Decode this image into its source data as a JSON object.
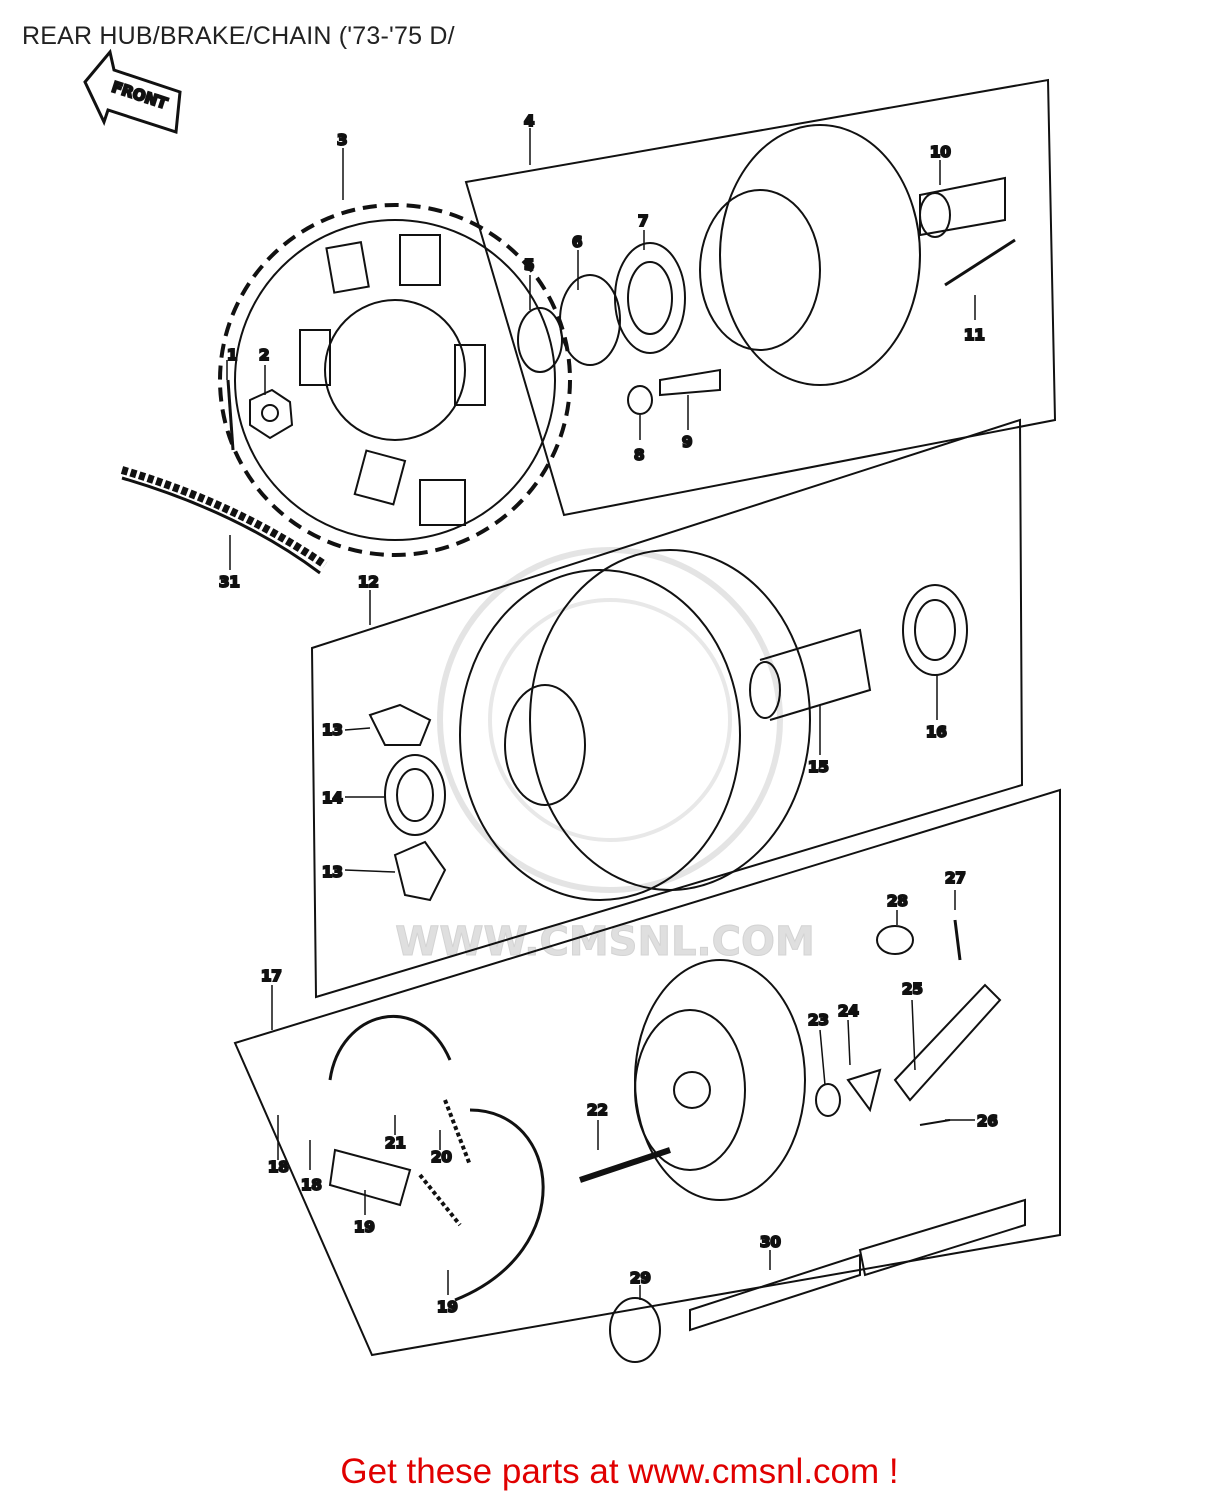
{
  "header": {
    "title": "REAR HUB/BRAKE/CHAIN ('73-'75 D/"
  },
  "diagram": {
    "front_arrow_label": "FRONT",
    "watermark": "WWW.CMSNL.COM",
    "callouts": [
      "1",
      "2",
      "3",
      "4",
      "5",
      "6",
      "7",
      "8",
      "9",
      "10",
      "11",
      "12",
      "13",
      "13",
      "14",
      "15",
      "16",
      "17",
      "18",
      "18",
      "19",
      "19",
      "20",
      "21",
      "22",
      "23",
      "24",
      "25",
      "26",
      "27",
      "28",
      "29",
      "30",
      "31"
    ]
  },
  "footer": {
    "link_text": "Get these parts at www.cmsnl.com !"
  }
}
